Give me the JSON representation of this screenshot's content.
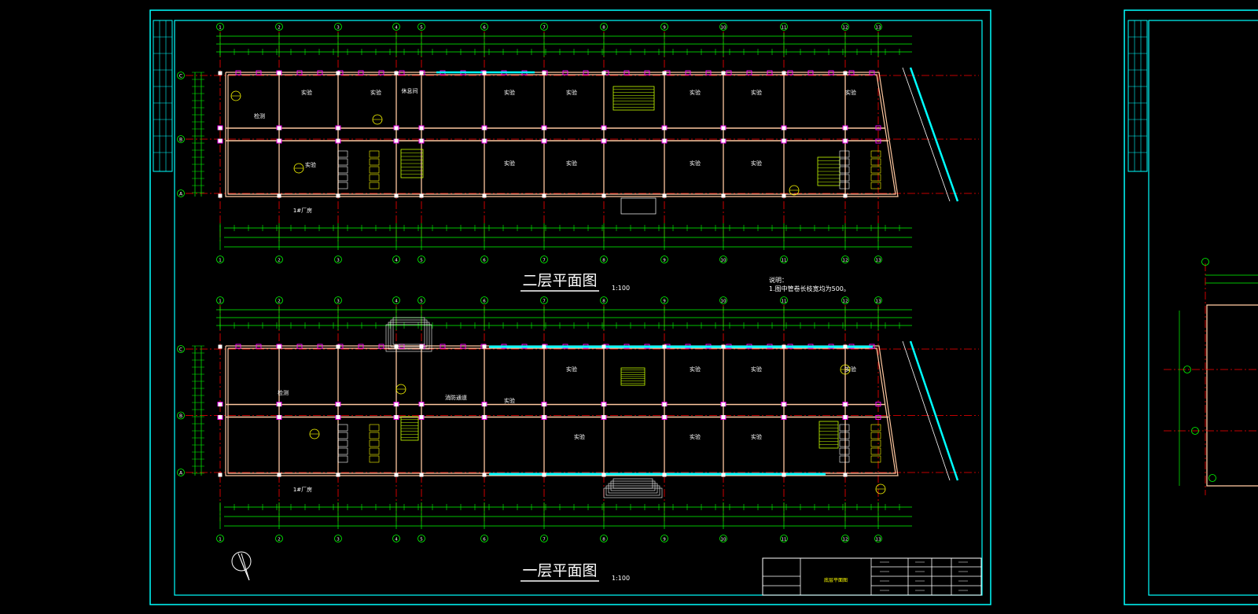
{
  "drawing": {
    "plan_upper_title": "二层平面图",
    "plan_upper_scale": "1:100",
    "plan_lower_title": "一层平面图",
    "plan_lower_scale": "1:100",
    "notes_heading": "说明：",
    "notes_line_1": "1.图中管卷长枝宽均为500。"
  },
  "rooms": {
    "lab": "实验",
    "test": "检测",
    "lounge": "休息间",
    "factory": "1#厂房",
    "corridor": "消防通道"
  },
  "grid": {
    "columns": [
      "1",
      "2",
      "3",
      "4",
      "5",
      "6",
      "7",
      "8",
      "9",
      "10",
      "11",
      "12",
      "13"
    ],
    "rows": [
      "A",
      "B",
      "C"
    ]
  },
  "title_block": {
    "drawing_name": "底层平面图"
  },
  "colors": {
    "frame": "#00ffff",
    "axis": "#ff0000",
    "wall": "#ffc8a0",
    "dimension": "#00ff00",
    "window": "#ff00ff",
    "label": "#ffffff",
    "annotation": "#ffff00",
    "background": "#000000"
  },
  "icons": {
    "north_arrow": "north-arrow-icon"
  }
}
